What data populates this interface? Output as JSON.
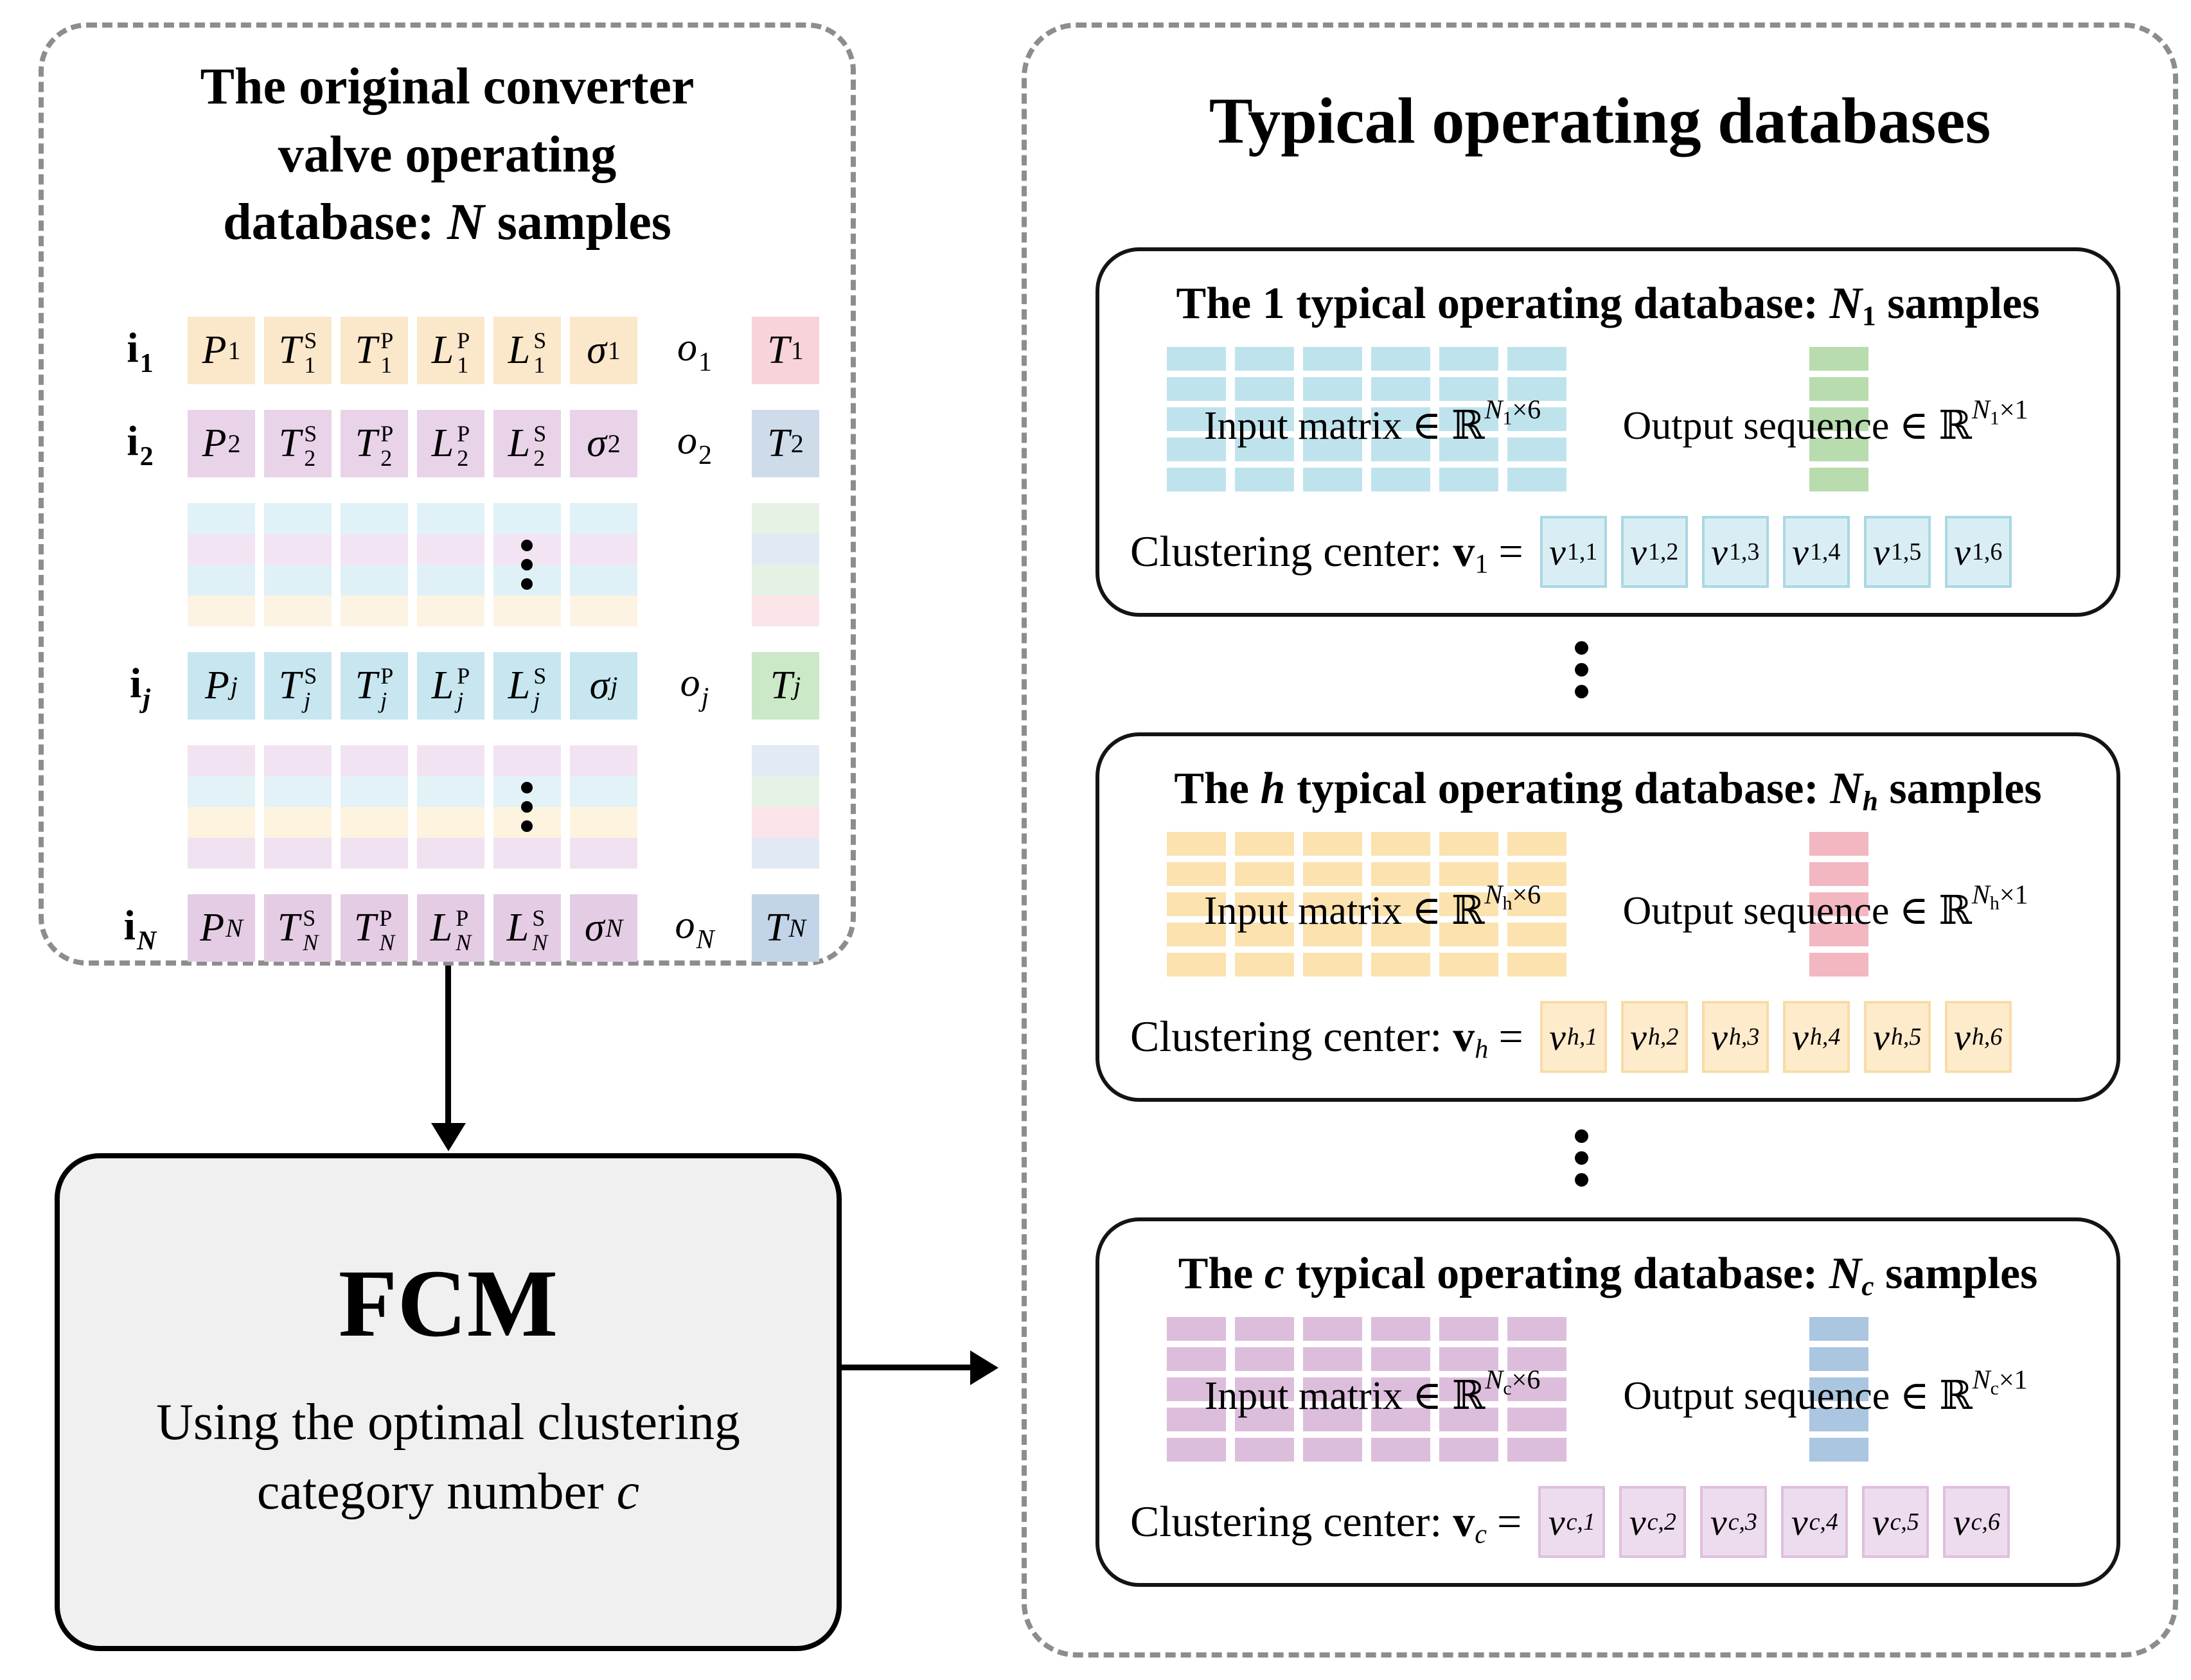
{
  "left_panel": {
    "box_title": {
      "line1": "The original converter",
      "line2": "valve operating",
      "line3_pre": "database: ",
      "line3_var": "N",
      "line3_post": " samples"
    },
    "rows": [
      {
        "label": {
          "main": "i",
          "sub": "1"
        },
        "cells": [
          {
            "main": "P",
            "sub": "1"
          },
          {
            "main": "T",
            "sup": "S",
            "sub": "1"
          },
          {
            "main": "T",
            "sup": "P",
            "sub": "1"
          },
          {
            "main": "L",
            "sup": "P",
            "sub": "1"
          },
          {
            "main": "L",
            "sup": "S",
            "sub": "1"
          },
          {
            "main": "σ",
            "sub": "1"
          }
        ],
        "out_label": {
          "main": "o",
          "sub": "1"
        },
        "out_cell": {
          "main": "T",
          "sub": "1"
        }
      },
      {
        "label": {
          "main": "i",
          "sub": "2"
        },
        "cells": [
          {
            "main": "P",
            "sub": "2"
          },
          {
            "main": "T",
            "sup": "S",
            "sub": "2"
          },
          {
            "main": "T",
            "sup": "P",
            "sub": "2"
          },
          {
            "main": "L",
            "sup": "P",
            "sub": "2"
          },
          {
            "main": "L",
            "sup": "S",
            "sub": "2"
          },
          {
            "main": "σ",
            "sub": "2"
          }
        ],
        "out_label": {
          "main": "o",
          "sub": "2"
        },
        "out_cell": {
          "main": "T",
          "sub": "2"
        }
      },
      {
        "label": {
          "main": "i",
          "sub": "j"
        },
        "cells": [
          {
            "main": "P",
            "sub": "j"
          },
          {
            "main": "T",
            "sup": "S",
            "sub": "j"
          },
          {
            "main": "T",
            "sup": "P",
            "sub": "j"
          },
          {
            "main": "L",
            "sup": "P",
            "sub": "j"
          },
          {
            "main": "L",
            "sup": "S",
            "sub": "j"
          },
          {
            "main": "σ",
            "sub": "j"
          }
        ],
        "out_label": {
          "main": "o",
          "sub": "j"
        },
        "out_cell": {
          "main": "T",
          "sub": "j"
        }
      },
      {
        "label": {
          "main": "i",
          "sub": "N"
        },
        "cells": [
          {
            "main": "P",
            "sub": "N"
          },
          {
            "main": "T",
            "sup": "S",
            "sub": "N"
          },
          {
            "main": "T",
            "sup": "P",
            "sub": "N"
          },
          {
            "main": "L",
            "sup": "P",
            "sub": "N"
          },
          {
            "main": "L",
            "sup": "S",
            "sub": "N"
          },
          {
            "main": "σ",
            "sub": "N"
          }
        ],
        "out_label": {
          "main": "o",
          "sub": "N"
        },
        "out_cell": {
          "main": "T",
          "sub": "N"
        }
      }
    ],
    "palette": {
      "row1_bg": "#FBE7C9",
      "row2_bg": "#E9D3E9",
      "rowj_bg": "#C7E6EF",
      "rowN_bg": "#E5CCE5",
      "t1_bg": "#F8D3DA",
      "t2_bg": "#CEDCEA",
      "tj_bg": "#CBE8C7",
      "tN_bg": "#C2D4E7",
      "strips_a": [
        "#E0F2F7",
        "#F3E4F3",
        "#DFF1F6",
        "#FDF3E2"
      ],
      "strips_a_out": [
        "#E6F2E4",
        "#E1E9F4",
        "#E5F1E5",
        "#FBE5E8"
      ],
      "strips_b": [
        "#F2E3F2",
        "#E2F2F7",
        "#FDF3DF",
        "#F0E2F0"
      ],
      "strips_b_out": [
        "#E2EAF5",
        "#E7F2E6",
        "#FAE4E8",
        "#E1E9F4"
      ]
    }
  },
  "fcm_box": {
    "title": "FCM",
    "subtitle_line1": "Using the optimal clustering",
    "subtitle_line2_pre": "category number ",
    "subtitle_line2_var": "c"
  },
  "right_panel": {
    "title": "Typical operating databases",
    "boxes": [
      {
        "heading": {
          "pre": "The ",
          "var": "1",
          "mid": " typical operating database: ",
          "n": "N",
          "n_sub": "1",
          "post": " samples"
        },
        "input_overlay": {
          "text": "Input matrix ∈ ℝ",
          "sup_n": "N",
          "sup_sub": "1",
          "sup_rest": "×6"
        },
        "output_overlay": {
          "text": "Output sequence ∈ ℝ",
          "sup_n": "N",
          "sup_sub": "1",
          "sup_rest": "×1"
        },
        "cluster": {
          "label": "Clustering center: ",
          "v": "v",
          "v_sub": "1",
          "eq": "="
        },
        "cells": [
          {
            "main": "v",
            "sub": "1,1"
          },
          {
            "main": "v",
            "sub": "1,2"
          },
          {
            "main": "v",
            "sub": "1,3"
          },
          {
            "main": "v",
            "sub": "1,4"
          },
          {
            "main": "v",
            "sub": "1,5"
          },
          {
            "main": "v",
            "sub": "1,6"
          }
        ],
        "colors": {
          "grid": "#BFE3ED",
          "output": "#B8DCAD",
          "cell_fill": "#D9EEF4",
          "cell_border": "#A9D8E3"
        }
      },
      {
        "heading": {
          "pre": "The ",
          "var": "h",
          "mid": " typical operating database: ",
          "n": "N",
          "n_sub": "h",
          "post": " samples"
        },
        "input_overlay": {
          "text": "Input matrix ∈ ℝ",
          "sup_n": "N",
          "sup_sub": "h",
          "sup_rest": "×6"
        },
        "output_overlay": {
          "text": "Output sequence ∈ ℝ",
          "sup_n": "N",
          "sup_sub": "h",
          "sup_rest": "×1"
        },
        "cluster": {
          "label": "Clustering center: ",
          "v": "v",
          "v_sub": "h",
          "eq": "="
        },
        "cells": [
          {
            "main": "v",
            "sub": "h,1"
          },
          {
            "main": "v",
            "sub": "h,2"
          },
          {
            "main": "v",
            "sub": "h,3"
          },
          {
            "main": "v",
            "sub": "h,4"
          },
          {
            "main": "v",
            "sub": "h,5"
          },
          {
            "main": "v",
            "sub": "h,6"
          }
        ],
        "colors": {
          "grid": "#FBE2AE",
          "output": "#F2B7C1",
          "cell_fill": "#FDEBCC",
          "cell_border": "#F8DCA6"
        }
      },
      {
        "heading": {
          "pre": "The ",
          "var": "c",
          "mid": " typical operating database: ",
          "n": "N",
          "n_sub": "c",
          "post": " samples"
        },
        "input_overlay": {
          "text": "Input matrix ∈ ℝ",
          "sup_n": "N",
          "sup_sub": "c",
          "sup_rest": "×6"
        },
        "output_overlay": {
          "text": "Output sequence ∈ ℝ",
          "sup_n": "N",
          "sup_sub": "c",
          "sup_rest": "×1"
        },
        "cluster": {
          "label": "Clustering center: ",
          "v": "v",
          "v_sub": "c",
          "eq": "="
        },
        "cells": [
          {
            "main": "v",
            "sub": "c,1"
          },
          {
            "main": "v",
            "sub": "c,2"
          },
          {
            "main": "v",
            "sub": "c,3"
          },
          {
            "main": "v",
            "sub": "c,4"
          },
          {
            "main": "v",
            "sub": "c,5"
          },
          {
            "main": "v",
            "sub": "c,6"
          }
        ],
        "colors": {
          "grid": "#DDBDDC",
          "output": "#AAC6E0",
          "cell_fill": "#EDDCEE",
          "cell_border": "#DFBFDF"
        }
      }
    ]
  }
}
